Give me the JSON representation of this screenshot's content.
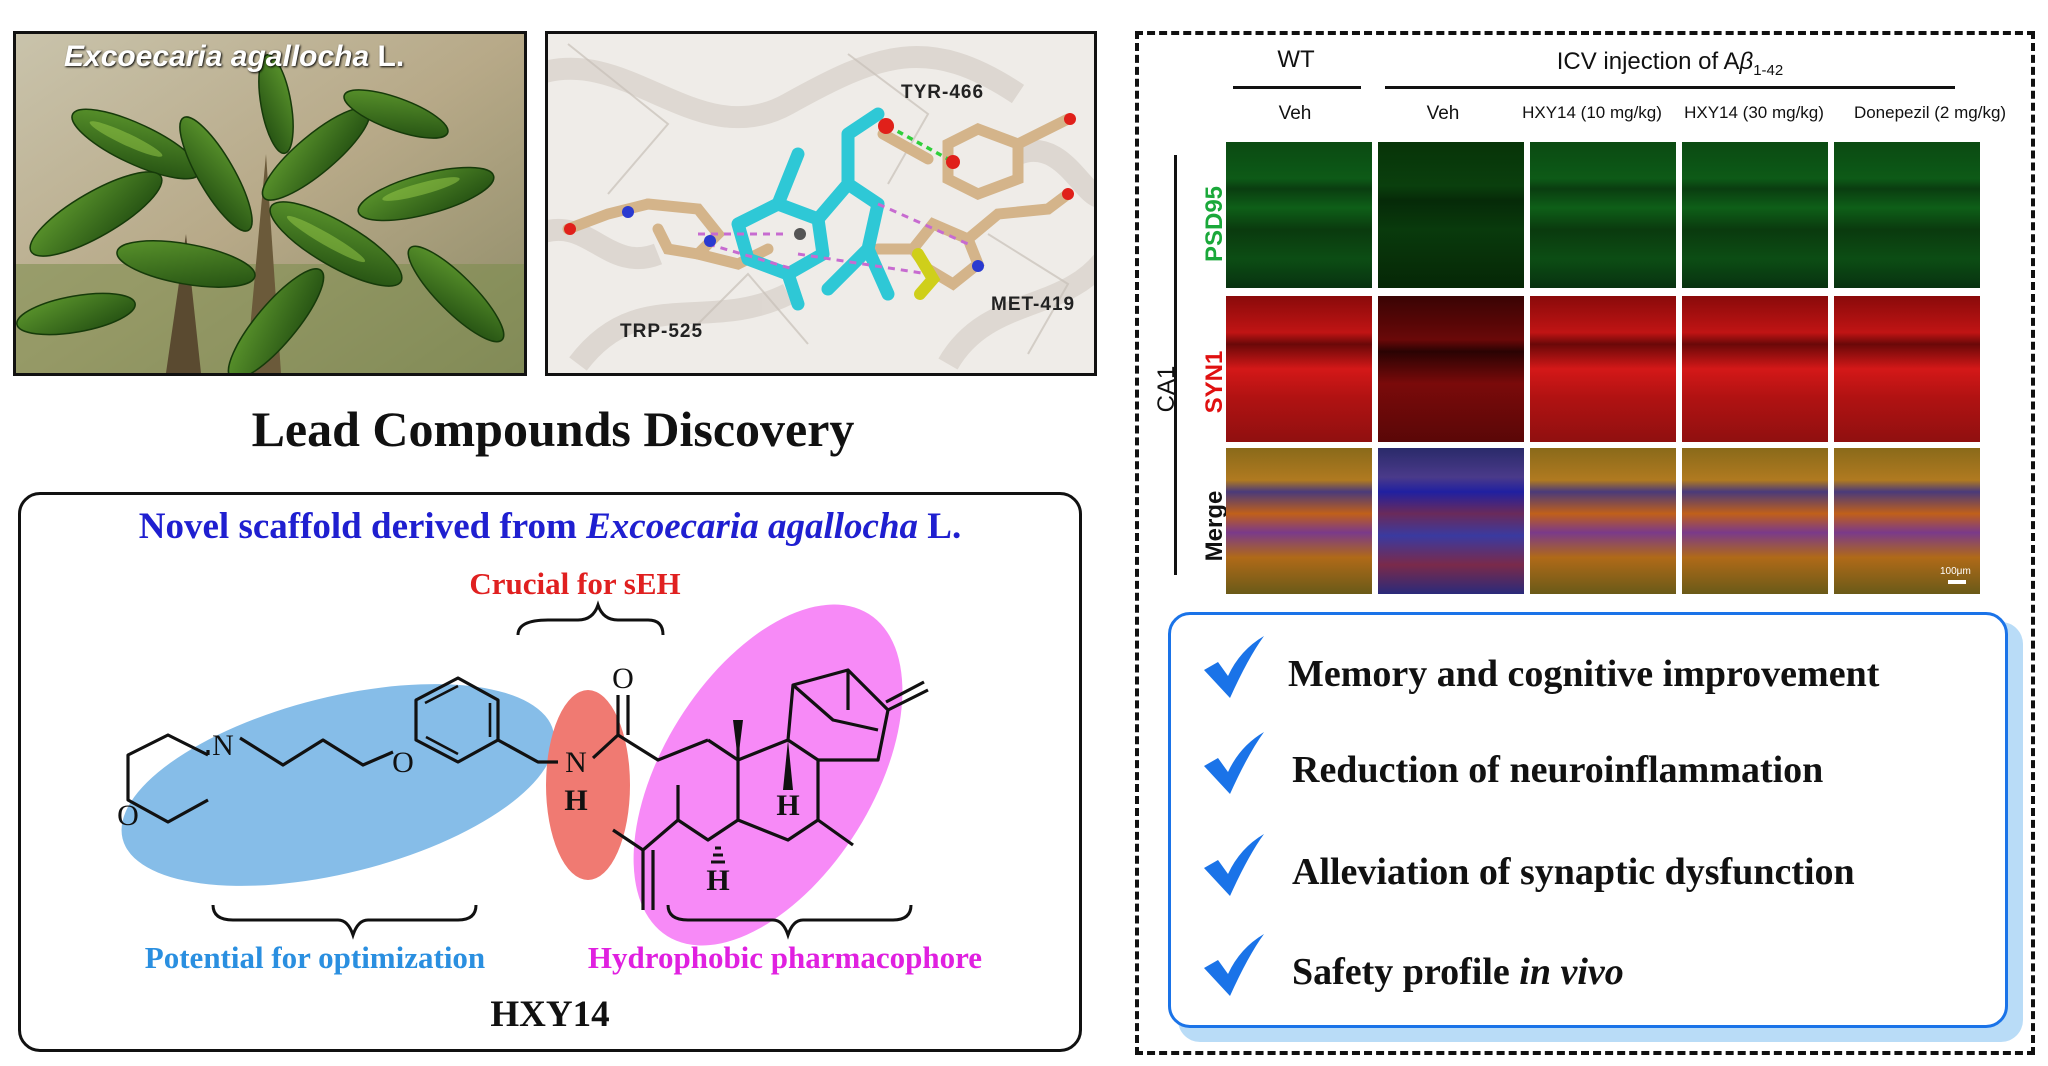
{
  "photo": {
    "caption_species": "Excoecaria agallocha",
    "caption_suffix": " L."
  },
  "dock": {
    "labels": [
      "TYR-466",
      "MET-419",
      "TRP-525"
    ]
  },
  "main_title": "Lead Compounds Discovery",
  "scaffold": {
    "heading_prefix": "Novel scaffold derived from ",
    "heading_species": "Excoecaria agallocha",
    "heading_suffix": " L.",
    "crucial_label": "Crucial for sEH",
    "potential_label": "Potential for optimization",
    "hydrophobic_label": "Hydrophobic pharmacophore",
    "compound_name": "HXY14",
    "atoms": {
      "N": "N",
      "O": "O",
      "NH_N": "N",
      "NH_H": "H",
      "carbonyl_O": "O",
      "H": "H"
    }
  },
  "micro": {
    "group_wt": "WT",
    "group_icv_prefix": "ICV injection of A",
    "group_icv_beta": "β",
    "group_icv_sub": "1-42",
    "columns": [
      "Veh",
      "Veh",
      "HXY14 (10 mg/kg)",
      "HXY14 (30 mg/kg)",
      "Donepezil (2 mg/kg)"
    ],
    "region": "CA1",
    "rows": [
      "PSD95",
      "SYN1",
      "Merge"
    ],
    "scalebar": "100μm",
    "colors": {
      "psd95": "#1aa83a",
      "syn1": "#e01010",
      "merge": "#111111"
    }
  },
  "benefits": {
    "items": [
      {
        "text": "Memory and cognitive improvement"
      },
      {
        "text": "Reduction of neuroinflammation"
      },
      {
        "text": "Alleviation of synaptic dysfunction"
      },
      {
        "text": "Safety profile ",
        "italic": "in vivo"
      }
    ],
    "check_color": "#1a73e8"
  }
}
